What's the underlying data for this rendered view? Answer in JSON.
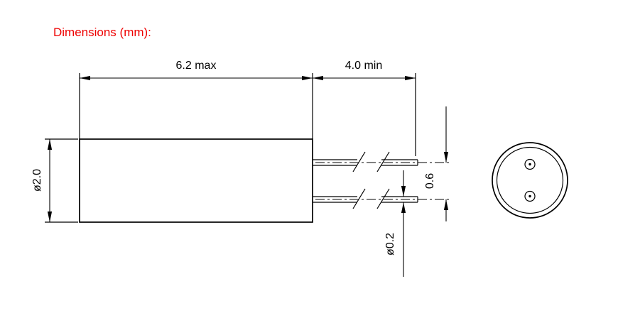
{
  "title": "Dimensions (mm):",
  "colors": {
    "title": "#ee0000",
    "line": "#000000",
    "background": "#ffffff"
  },
  "dimensions": {
    "body_length": "6.2 max",
    "lead_length": "4.0 min",
    "body_diameter": "ø2.0",
    "lead_spacing": "0.6",
    "lead_diameter": "ø0.2"
  }
}
